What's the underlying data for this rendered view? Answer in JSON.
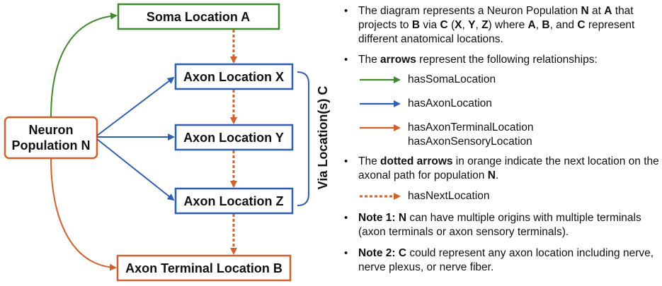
{
  "colors": {
    "green": "#3f8a2e",
    "blue": "#2f5fb4",
    "orange": "#d2602a"
  },
  "nodes": {
    "soma": {
      "label": "Soma Location ",
      "var": "A"
    },
    "axon_x": {
      "label": "Axon Location ",
      "var": "X"
    },
    "axon_y": {
      "label": "Axon Location ",
      "var": "Y"
    },
    "axon_z": {
      "label": "Axon Location ",
      "var": "Z"
    },
    "neuron": {
      "line1": "Neuron",
      "line2": "Population ",
      "var": "N"
    },
    "terminal": {
      "label": "Axon Terminal Location ",
      "var": "B"
    }
  },
  "via_label": {
    "text": "Via Location(s) ",
    "var": "C"
  },
  "legend": {
    "intro": {
      "t1": "The diagram represents a Neuron Population ",
      "n": "N",
      "t2": " at ",
      "a": "A",
      "t3": " that projects to ",
      "b": "B",
      "t4": " via ",
      "c": "C",
      "t5": " (",
      "x": "X",
      "comma1": ", ",
      "y": "Y",
      "comma2": ", ",
      "z": "Z",
      "t6": ") where ",
      "a2": "A",
      "t7": ", ",
      "b2": "B",
      "t8": ", and ",
      "c2": "C",
      "t9": " represent different anatomical locations."
    },
    "arrows_intro": {
      "t1": "The ",
      "bold": "arrows",
      "t2": " represent the following relationships:"
    },
    "rel_soma": "hasSomaLocation",
    "rel_axon": "hasAxonLocation",
    "rel_terminal": "hasAxonTerminalLocation",
    "rel_sensory": "hasAxonSensoryLocation",
    "dotted_intro": {
      "t1": "The ",
      "bold": "dotted arrows",
      "t2": " in orange indicate the next location on the axonal path for population ",
      "n": "N",
      "t3": "."
    },
    "rel_next": "hasNextLocation",
    "note1": {
      "label": "Note 1:",
      "sp": " ",
      "n": "N",
      "text": " can have multiple origins with multiple terminals (axon terminals or axon sensory terminals)."
    },
    "note2": {
      "label": "Note 2:",
      "sp": " ",
      "c": "C",
      "text": " could represent any axon location including nerve, nerve plexus, or nerve fiber."
    }
  }
}
